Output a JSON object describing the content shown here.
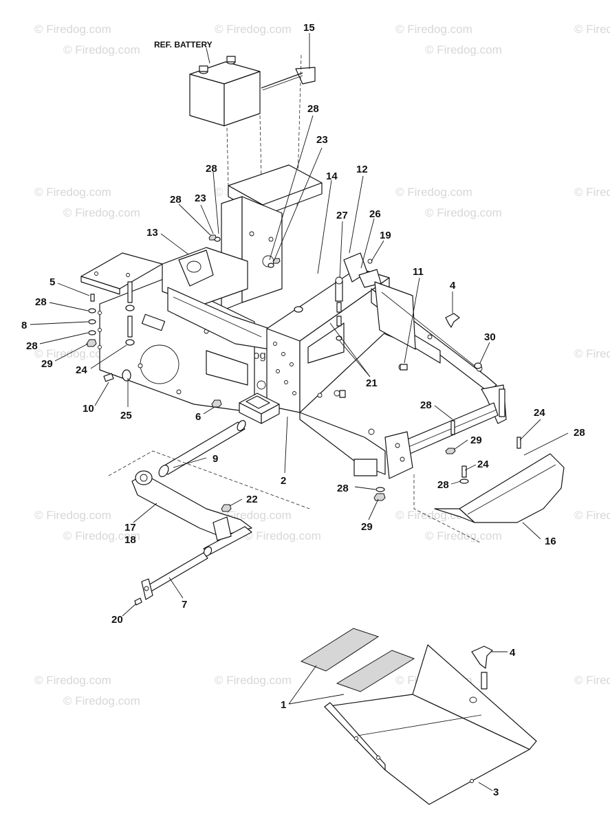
{
  "diagram": {
    "ref_battery_label": "REF. BATTERY",
    "watermark": "© Firedog.com",
    "callouts": [
      {
        "id": "c15",
        "text": "15"
      },
      {
        "id": "c28a",
        "text": "28"
      },
      {
        "id": "c23a",
        "text": "23"
      },
      {
        "id": "c28b",
        "text": "28"
      },
      {
        "id": "c14",
        "text": "14"
      },
      {
        "id": "c12",
        "text": "12"
      },
      {
        "id": "c28c",
        "text": "28"
      },
      {
        "id": "c23b",
        "text": "23"
      },
      {
        "id": "c27",
        "text": "27"
      },
      {
        "id": "c26",
        "text": "26"
      },
      {
        "id": "c13",
        "text": "13"
      },
      {
        "id": "c19",
        "text": "19"
      },
      {
        "id": "c5",
        "text": "5"
      },
      {
        "id": "c11",
        "text": "11"
      },
      {
        "id": "c4a",
        "text": "4"
      },
      {
        "id": "c28d",
        "text": "28"
      },
      {
        "id": "c8",
        "text": "8"
      },
      {
        "id": "c28e",
        "text": "28"
      },
      {
        "id": "c30",
        "text": "30"
      },
      {
        "id": "c29a",
        "text": "29"
      },
      {
        "id": "c24a",
        "text": "24"
      },
      {
        "id": "c21",
        "text": "21"
      },
      {
        "id": "c10",
        "text": "10"
      },
      {
        "id": "c25",
        "text": "25"
      },
      {
        "id": "c6",
        "text": "6"
      },
      {
        "id": "c28f",
        "text": "28"
      },
      {
        "id": "c24b",
        "text": "24"
      },
      {
        "id": "c28g",
        "text": "28"
      },
      {
        "id": "c29b",
        "text": "29"
      },
      {
        "id": "c9",
        "text": "9"
      },
      {
        "id": "c24c",
        "text": "24"
      },
      {
        "id": "c2",
        "text": "2"
      },
      {
        "id": "c28h",
        "text": "28"
      },
      {
        "id": "c28i",
        "text": "28"
      },
      {
        "id": "c22",
        "text": "22"
      },
      {
        "id": "c29c",
        "text": "29"
      },
      {
        "id": "c17",
        "text": "17"
      },
      {
        "id": "c18",
        "text": "18"
      },
      {
        "id": "c16",
        "text": "16"
      },
      {
        "id": "c7",
        "text": "7"
      },
      {
        "id": "c20",
        "text": "20"
      },
      {
        "id": "c4b",
        "text": "4"
      },
      {
        "id": "c1",
        "text": "1"
      },
      {
        "id": "c3",
        "text": "3"
      }
    ]
  }
}
